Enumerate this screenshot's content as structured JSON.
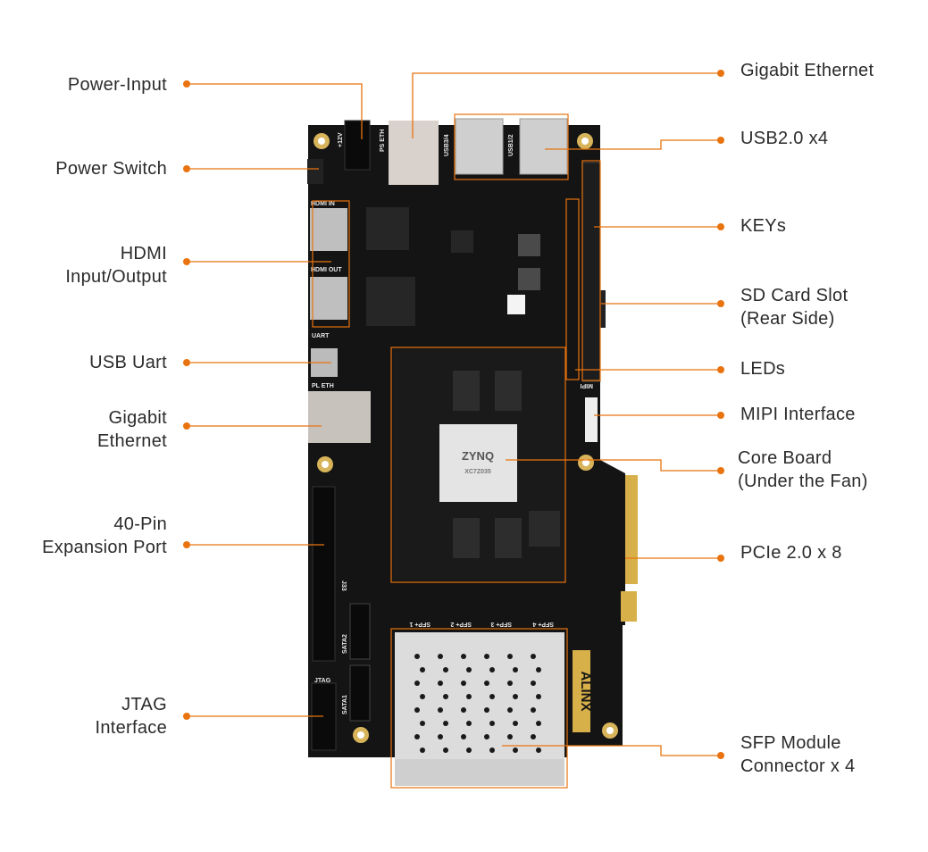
{
  "accent_color": "#e8730f",
  "board_color": "#141414",
  "callouts_left": [
    {
      "lines": [
        "Power-Input"
      ]
    },
    {
      "lines": [
        "Power Switch"
      ]
    },
    {
      "lines": [
        "HDMI",
        "Input/Output"
      ]
    },
    {
      "lines": [
        "USB Uart"
      ]
    },
    {
      "lines": [
        "Gigabit",
        "Ethernet"
      ]
    },
    {
      "lines": [
        "40-Pin",
        "Expansion Port"
      ]
    },
    {
      "lines": [
        "JTAG",
        "Interface"
      ]
    }
  ],
  "callouts_right": [
    {
      "lines": [
        "Gigabit Ethernet"
      ]
    },
    {
      "lines": [
        "USB2.0 x4"
      ]
    },
    {
      "lines": [
        "KEYs"
      ]
    },
    {
      "lines": [
        "SD Card Slot",
        "(Rear Side)"
      ]
    },
    {
      "lines": [
        "LEDs"
      ]
    },
    {
      "lines": [
        "MIPI Interface"
      ]
    },
    {
      "lines": [
        "Core Board",
        "(Under the Fan)"
      ]
    },
    {
      "lines": [
        "PCIe 2.0 x 8"
      ]
    },
    {
      "lines": [
        "SFP Module",
        "Connector x 4"
      ]
    }
  ],
  "silkscreen": {
    "hdmi_in": "HDMI IN",
    "hdmi_out": "HDMI OUT",
    "uart": "UART",
    "pl_eth": "PL ETH",
    "ps_eth": "PS ETH",
    "usb34": "USB3/4",
    "usb12": "USB1/2",
    "power": "+12V",
    "jtag": "JTAG",
    "sata1": "SATA1",
    "sata2": "SATA2",
    "j33": "J33",
    "mipi": "MIPI",
    "sfp1": "SFP+ 1",
    "sfp2": "SFP+ 2",
    "sfp3": "SFP+ 3",
    "sfp4": "SFP+ 4",
    "chip_brand": "ZYNQ",
    "chip_part": "XC7Z035",
    "logo": "ALINX"
  }
}
